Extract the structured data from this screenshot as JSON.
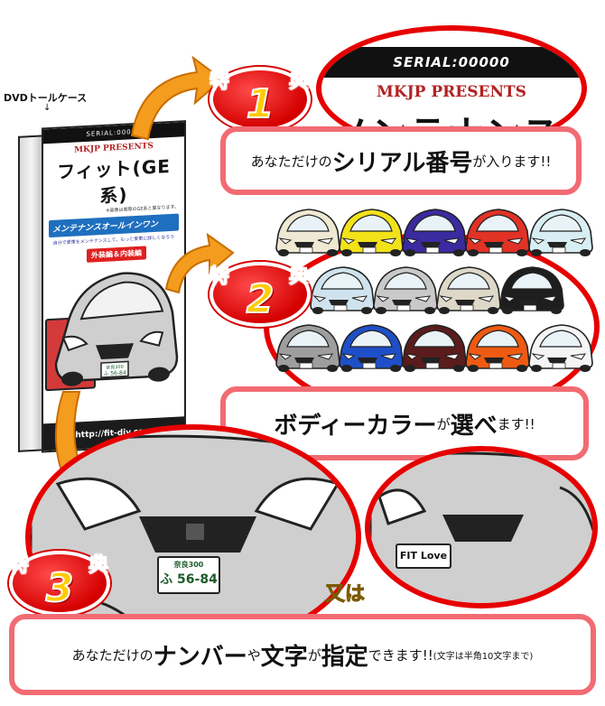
{
  "dvd": {
    "caption": "DVDトールケース",
    "arrow": "↓",
    "serial": "SERIAL:00000",
    "presents": "MKJP PRESENTS",
    "title": "フィット(GE系)",
    "note": "※画像は実際のGE系と異なります。",
    "banner": "メンテナンスオールインワン",
    "subtitle": "自分で愛車をメンテナンスして、もっと愛車に詳しくなろう",
    "tag": "外装編＆内装編",
    "url": "http://fit-diy.com",
    "plate_top": "奈良300",
    "plate_bottom": "ふ 56-84"
  },
  "badges": [
    {
      "left": "特",
      "right": "典",
      "number": "1"
    },
    {
      "left": "特",
      "right": "典",
      "number": "2"
    },
    {
      "left": "特",
      "right": "典",
      "number": "3"
    }
  ],
  "serial_preview": {
    "serial": "SERIAL:00000",
    "presents": "MKJP PRESENTS",
    "title_partial": "メンテナンス(GE系"
  },
  "box1": {
    "pre": "あなただけの",
    "big": "シリアル番号",
    "post": "が入ります!!"
  },
  "box2": {
    "big": "ボディーカラー",
    "mid": "が",
    "big2": "選べ",
    "post": "ます!!"
  },
  "box3": {
    "pre": "あなただけの",
    "big1": "ナンバー",
    "mid1": "や",
    "big2": "文字",
    "mid2": "が",
    "big3": "指定",
    "post": "できます!!",
    "note": "(文字は半角10文字まで)"
  },
  "or_label": "又は",
  "plate_left": {
    "top": "奈良300",
    "bottom": "ふ 56-84"
  },
  "plate_right": {
    "text": "FIT Love"
  },
  "car_colors": [
    "#efe8d2",
    "#f2e21a",
    "#3b2aa0",
    "#e23226",
    "#d7eef3",
    "#cfe3ee",
    "#c9c9c9",
    "#ddd8c8",
    "#1e1e1e",
    "#9e9e9e",
    "#1f4fc8",
    "#5a1c1c",
    "#ee5a12",
    "#f5f5f5"
  ]
}
